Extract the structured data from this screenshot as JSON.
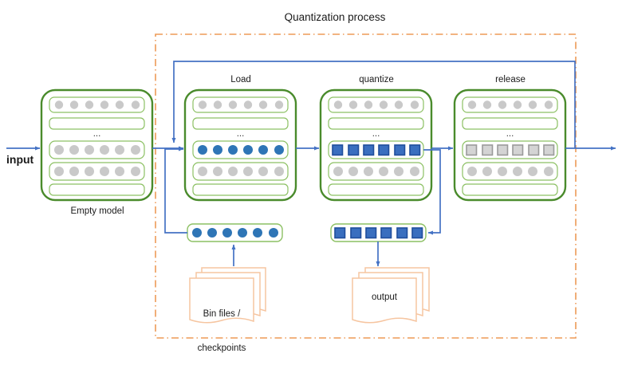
{
  "diagram": {
    "title": "Quantization process",
    "type": "flowchart",
    "colors": {
      "box_border_green": "#4a8b2c",
      "row_border_green": "#8cc063",
      "circle_gray": "#c9c9c9",
      "square_blue_fill": "#3a6fbf",
      "square_blue_border": "#1f4e9c",
      "square_gray_fill": "#d4d4d4",
      "square_gray_border": "#9a9a9a",
      "dot_blue": "#2e75b6",
      "arrow_blue": "#4472c4",
      "dashed_orange": "#ed9a57",
      "doc_orange": "#f6c5a0",
      "text": "#1a1a1a",
      "background": "#ffffff"
    },
    "input_label": "input",
    "boundary": {
      "label": "Quantization process",
      "style": "dash-dot",
      "color": "#ed9a57"
    },
    "stages": [
      {
        "id": "empty-model",
        "title": "",
        "caption": "Empty model",
        "inside_process": false,
        "rows": [
          {
            "kind": "circles",
            "count": 6,
            "style": "gray"
          },
          {
            "kind": "empty"
          },
          {
            "kind": "ellipsis",
            "text": "..."
          },
          {
            "kind": "circles",
            "count": 6,
            "style": "gray"
          },
          {
            "kind": "circles",
            "count": 6,
            "style": "gray"
          },
          {
            "kind": "empty"
          }
        ]
      },
      {
        "id": "load",
        "title": "Load",
        "caption": "",
        "inside_process": true,
        "rows": [
          {
            "kind": "circles",
            "count": 6,
            "style": "gray"
          },
          {
            "kind": "empty"
          },
          {
            "kind": "ellipsis",
            "text": "..."
          },
          {
            "kind": "circles",
            "count": 6,
            "style": "blue-dots"
          },
          {
            "kind": "circles",
            "count": 6,
            "style": "gray"
          },
          {
            "kind": "empty"
          }
        ]
      },
      {
        "id": "quantize",
        "title": "quantize",
        "caption": "",
        "inside_process": true,
        "rows": [
          {
            "kind": "circles",
            "count": 6,
            "style": "gray"
          },
          {
            "kind": "empty"
          },
          {
            "kind": "ellipsis",
            "text": "..."
          },
          {
            "kind": "squares",
            "count": 6,
            "style": "blue"
          },
          {
            "kind": "circles",
            "count": 6,
            "style": "gray"
          },
          {
            "kind": "empty"
          }
        ]
      },
      {
        "id": "release",
        "title": "release",
        "caption": "",
        "inside_process": true,
        "rows": [
          {
            "kind": "circles",
            "count": 6,
            "style": "gray"
          },
          {
            "kind": "empty"
          },
          {
            "kind": "ellipsis",
            "text": "..."
          },
          {
            "kind": "squares",
            "count": 6,
            "style": "gray"
          },
          {
            "kind": "circles",
            "count": 6,
            "style": "gray"
          },
          {
            "kind": "empty"
          }
        ]
      }
    ],
    "buffers": [
      {
        "id": "load-buffer",
        "kind": "dots",
        "count": 6,
        "style": "blue-dots"
      },
      {
        "id": "quantize-buffer",
        "kind": "squares",
        "count": 6,
        "style": "blue"
      }
    ],
    "documents": [
      {
        "id": "bin-files",
        "label": "Bin files /\ncheckpoints",
        "sheets": 3
      },
      {
        "id": "output",
        "label": "output",
        "sheets": 3
      }
    ],
    "ellipsis": "...",
    "stage_titles": {
      "load": "Load",
      "quantize": "quantize",
      "release": "release"
    },
    "captions": {
      "empty_model": "Empty model",
      "bin_files": "Bin files /",
      "bin_files2": "checkpoints",
      "output": "output"
    },
    "flow_edges": [
      {
        "from": "input",
        "to": "empty-model"
      },
      {
        "from": "empty-model",
        "to": "load"
      },
      {
        "from": "load",
        "to": "quantize"
      },
      {
        "from": "quantize",
        "to": "release"
      },
      {
        "from": "release",
        "to": "output-arrow"
      },
      {
        "from": "release",
        "to": "load",
        "kind": "feedback-loop"
      },
      {
        "from": "bin-files",
        "to": "load-buffer"
      },
      {
        "from": "load-buffer",
        "to": "load"
      },
      {
        "from": "quantize",
        "to": "quantize-buffer"
      },
      {
        "from": "quantize-buffer",
        "to": "output"
      }
    ]
  }
}
